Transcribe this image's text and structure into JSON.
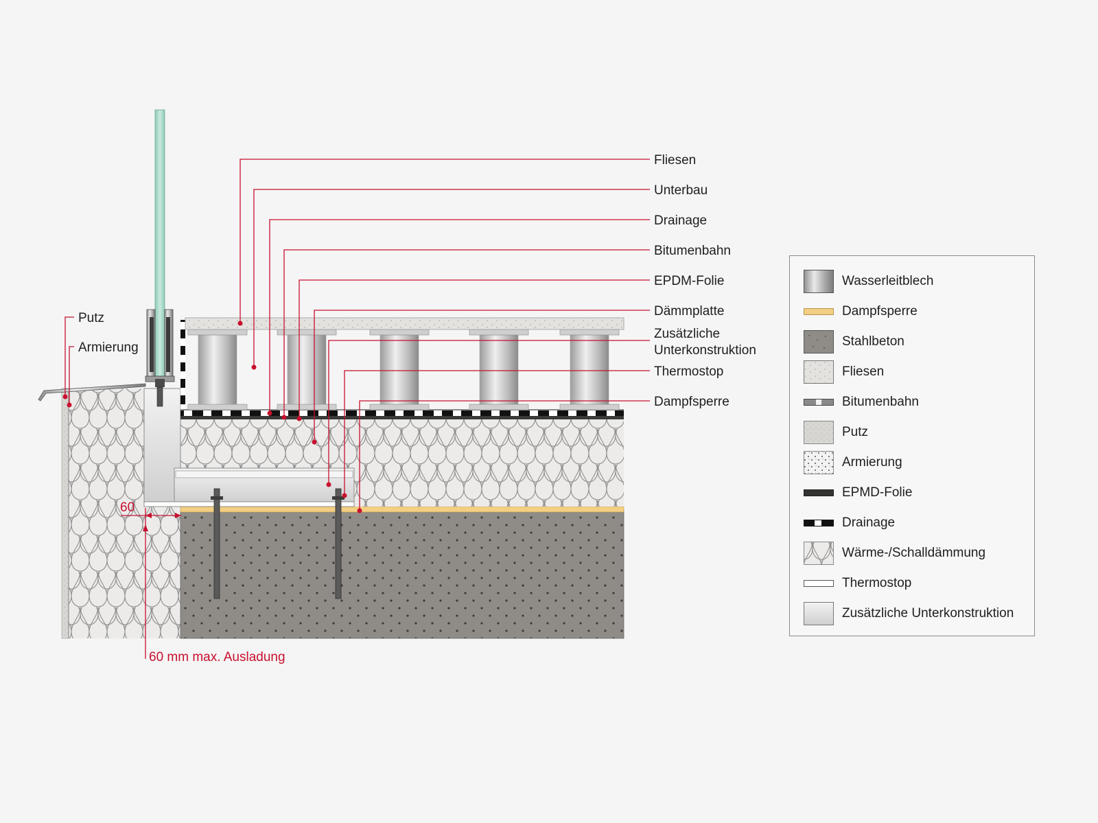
{
  "callouts": [
    {
      "label": "Fliesen"
    },
    {
      "label": "Unterbau"
    },
    {
      "label": "Drainage"
    },
    {
      "label": "Bitumenbahn"
    },
    {
      "label": "EPDM-Folie"
    },
    {
      "label": "Dämmplatte"
    },
    {
      "label": "Zusätzliche",
      "label2": "Unterkonstruktion"
    },
    {
      "label": "Thermostop"
    },
    {
      "label": "Dampfsperre"
    }
  ],
  "left_callouts": [
    {
      "label": "Putz"
    },
    {
      "label": "Armierung"
    }
  ],
  "dimension": {
    "value": "60",
    "note": "60 mm max. Ausladung"
  },
  "legend": [
    {
      "label": "Wasserleitblech",
      "swatch": "steel"
    },
    {
      "label": "Dampfsperre",
      "swatch": "yellow"
    },
    {
      "label": "Stahlbeton",
      "swatch": "concrete"
    },
    {
      "label": "Fliesen",
      "swatch": "tiles"
    },
    {
      "label": "Bitumenbahn",
      "swatch": "bitumen"
    },
    {
      "label": "Putz",
      "swatch": "plaster"
    },
    {
      "label": "Armierung",
      "swatch": "reinforcement"
    },
    {
      "label": "EPMD-Folie",
      "swatch": "epdm"
    },
    {
      "label": "Drainage",
      "swatch": "drainage"
    },
    {
      "label": "Wärme-/Schalldämmung",
      "swatch": "insulation"
    },
    {
      "label": "Thermostop",
      "swatch": "thermostop"
    },
    {
      "label": "Zusätzliche Unterkonstruktion",
      "swatch": "substructure"
    }
  ],
  "colors": {
    "accent": "#c8102e",
    "glass": "#a9d8c6",
    "concrete": "#8c8985",
    "vapor_barrier": "#f3cf83",
    "insulation": "#ededeb"
  }
}
